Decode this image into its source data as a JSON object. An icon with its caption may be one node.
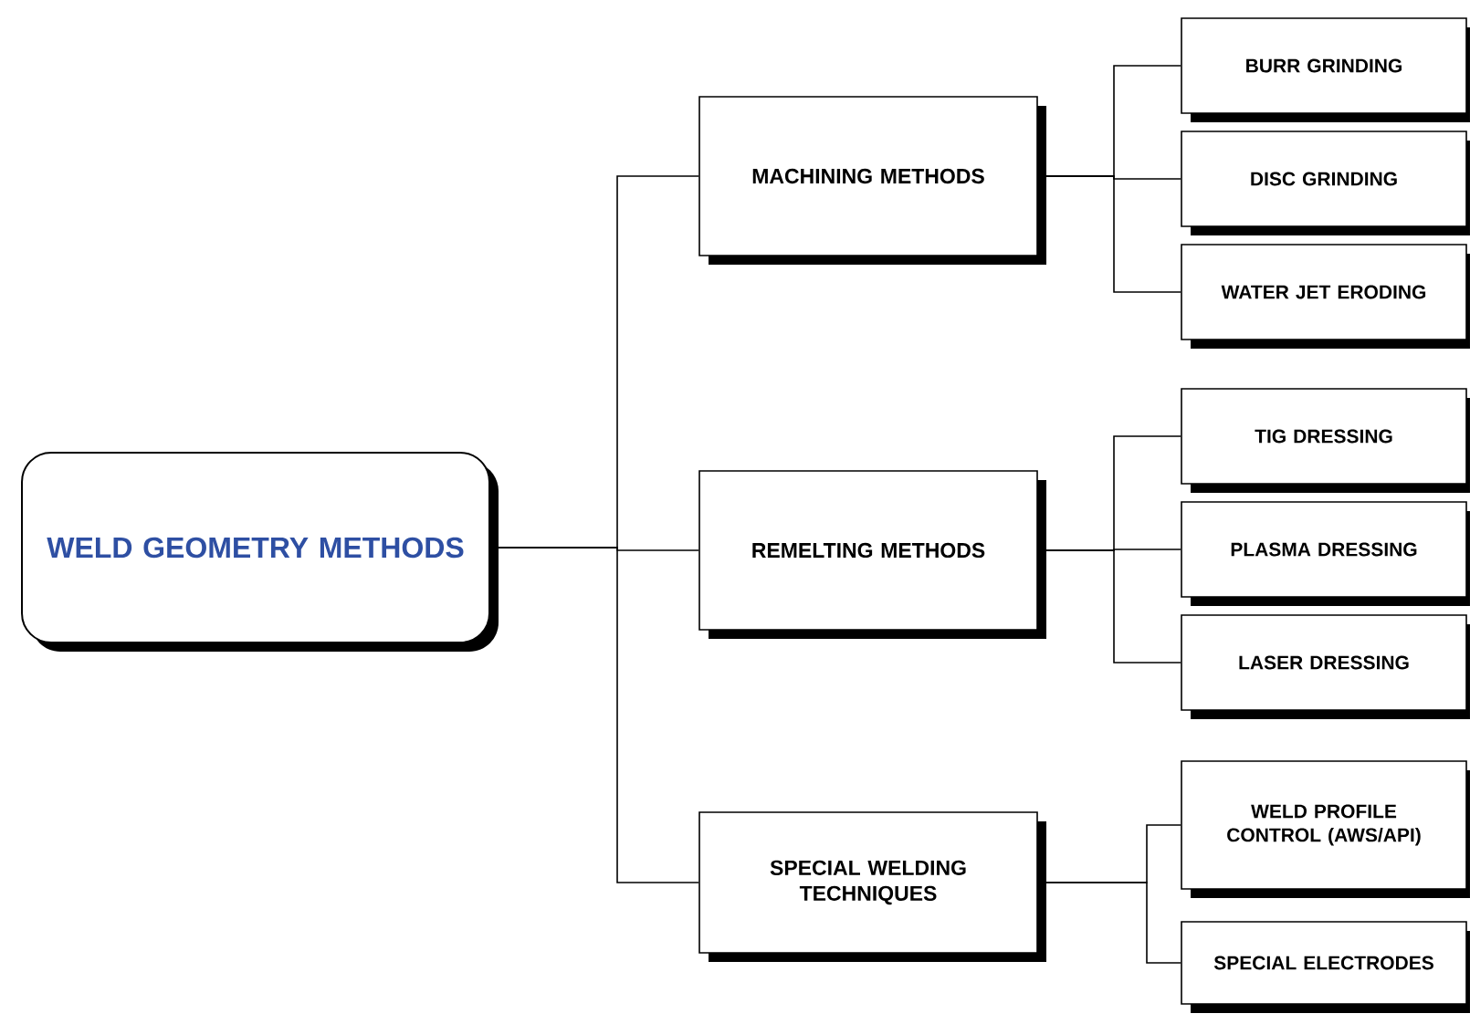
{
  "diagram": {
    "nodes": [
      {
        "text": [
          "WELD GEOMETRY METHODS"
        ]
      },
      {
        "text": [
          "MACHINING METHODS"
        ]
      },
      {
        "text": [
          "REMELTING METHODS"
        ]
      },
      {
        "text": [
          "SPECIAL WELDING TECHNIQUES"
        ]
      },
      {
        "text": [
          "BURR GRINDING"
        ]
      },
      {
        "text": [
          "DISC GRINDING"
        ]
      },
      {
        "text": [
          "WATER JET ERODING"
        ]
      },
      {
        "text": [
          "TIG DRESSING"
        ]
      },
      {
        "text": [
          "PLASMA DRESSING"
        ]
      },
      {
        "text": [
          "LASER DRESSING"
        ]
      },
      {
        "text": [
          "WELD PROFILE CONTROL (AWS/API)"
        ]
      },
      {
        "text": [
          "SPECIAL ELECTRODES"
        ]
      }
    ],
    "edges": [
      {
        "from": 0,
        "to": 1,
        "arrow": "none"
      },
      {
        "from": 0,
        "to": 2,
        "arrow": "none"
      },
      {
        "from": 0,
        "to": 3,
        "arrow": "none"
      },
      {
        "from": 1,
        "to": 4,
        "arrow": "none"
      },
      {
        "from": 1,
        "to": 5,
        "arrow": "none"
      },
      {
        "from": 1,
        "to": 6,
        "arrow": "none"
      },
      {
        "from": 2,
        "to": 7,
        "arrow": "none"
      },
      {
        "from": 2,
        "to": 8,
        "arrow": "none"
      },
      {
        "from": 2,
        "to": 9,
        "arrow": "none"
      },
      {
        "from": 3,
        "to": 10,
        "arrow": "none"
      },
      {
        "from": 3,
        "to": 11,
        "arrow": "none"
      }
    ]
  }
}
